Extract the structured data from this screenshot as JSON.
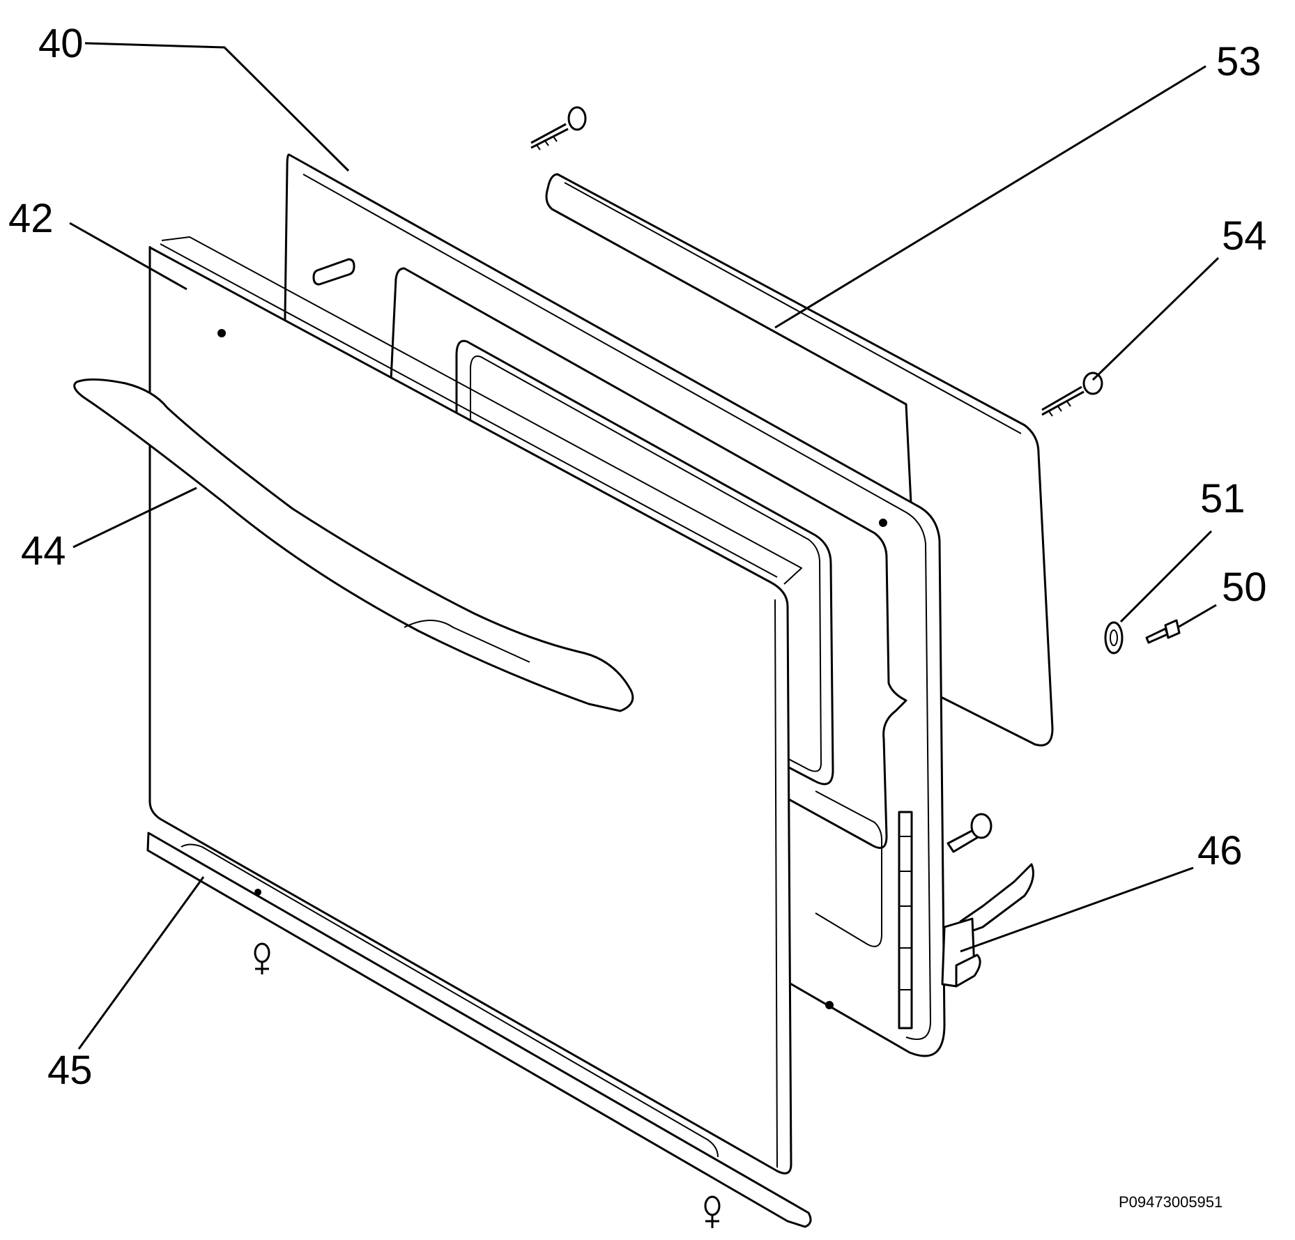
{
  "callouts": {
    "c40": "40",
    "c42": "42",
    "c44": "44",
    "c45": "45",
    "c46": "46",
    "c50": "50",
    "c51": "51",
    "c53": "53",
    "c54": "54"
  },
  "reference_code": "P09473005951"
}
